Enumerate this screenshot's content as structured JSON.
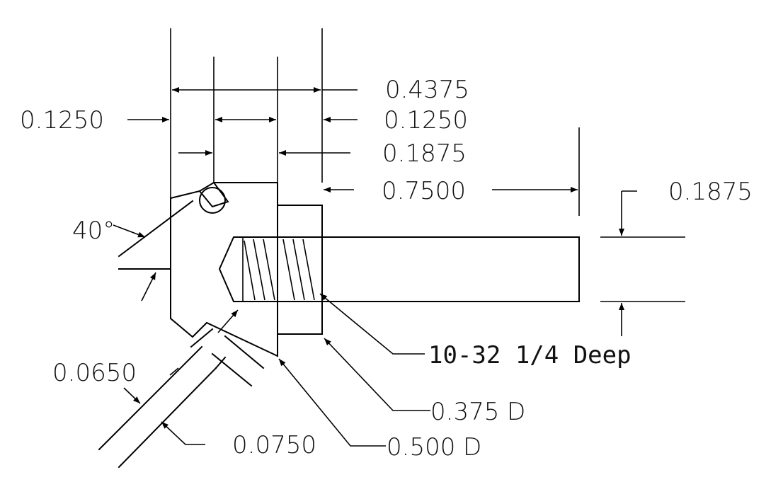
{
  "drawing": {
    "labels": {
      "dim_top_total": "0.4375",
      "dim_left_width": "0.1250",
      "dim_mid_width": "0.1250",
      "dim_gap_width": "0.1875",
      "dim_body_length": "0.7500",
      "dim_thread_dia": "0.1875",
      "angle": "40°",
      "thread_callout": "10-32 1/4 Deep",
      "dia_small": "0.375 D",
      "dia_large": "0.500 D",
      "dim_chamfer_a": "0.0650",
      "dim_chamfer_b": "0.0750"
    }
  }
}
